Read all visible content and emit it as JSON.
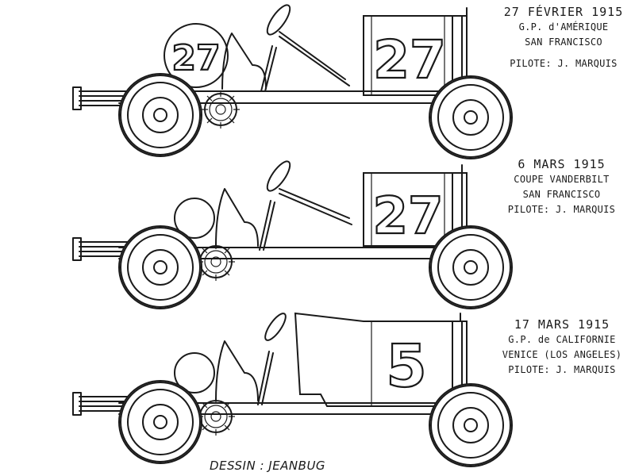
{
  "cars": [
    {
      "race_number": "27",
      "tail_number": "27",
      "date": "27 FÉVRIER 1915",
      "event": "G.P. d'AMÉRIQUE",
      "place": "SAN FRANCISCO",
      "driver": "PILOTE: J. MARQUIS"
    },
    {
      "race_number": "27",
      "tail_number": "",
      "date": "6 MARS 1915",
      "event": "COUPE VANDERBILT",
      "place": "SAN FRANCISCO",
      "driver": "PILOTE: J. MARQUIS"
    },
    {
      "race_number": "5",
      "tail_number": "",
      "date": "17 MARS 1915",
      "event": "G.P. de CALIFORNIE",
      "place": "VENICE (LOS ANGELES)",
      "driver": "PILOTE: J. MARQUIS"
    }
  ],
  "credit": "DESSIN : JEANBUG"
}
